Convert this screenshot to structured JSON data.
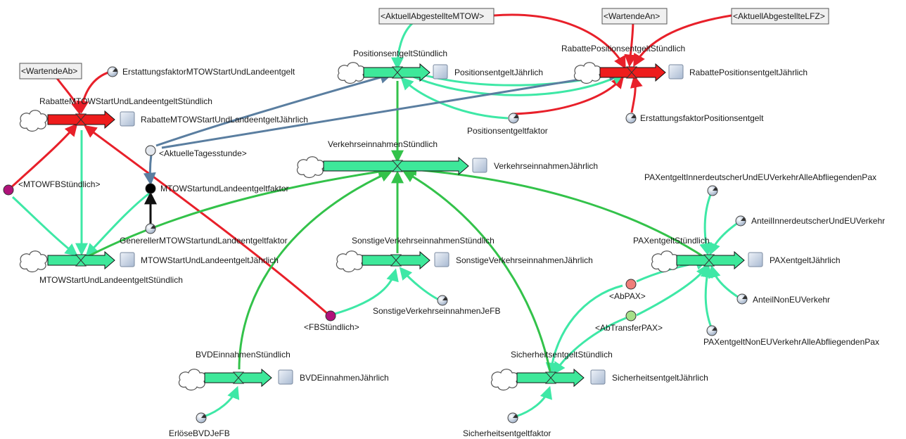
{
  "diagram": {
    "shadow_vars": {
      "aktuell_mtow": "<AktuellAbgestellteMTOW>",
      "wartende_an": "<WartendeAn>",
      "aktuell_lfz": "<AktuellAbgestellteLFZ>",
      "wartende_ab": "<WartendeAb>"
    },
    "flows": {
      "positionsentgelt": "PositionsentgeltStündlich",
      "rabatte_pos": "RabattePositionsentgeltStündlich",
      "rabatte_mtow": "RabatteMTOWStartUndLandeentgeltStündlich",
      "verkehrs": "VerkehrseinnahmenStündlich",
      "mtow_start": "MTOWStartUndLandeentgeltStündlich",
      "sonstige": "SonstigeVerkehrseinnahmenStündlich",
      "pax": "PAXentgeltStündlich",
      "bvd": "BVDEinnahmenStündlich",
      "sicherheit": "SicherheitsentgeltStündlich"
    },
    "stocks": {
      "positionsentgelt": "PositionsentgeltJährlich",
      "rabatte_pos": "RabattePositionsentgeltJährlich",
      "rabatte_mtow": "RabatteMTOWStartUndLandeentgeltJährlich",
      "verkehrs": "VerkehrseinnahmenJährlich",
      "mtow_start": "MTOWStartUndLandeentgeltJährlich",
      "sonstige": "SonstigeVerkehrseinnahmenJährlich",
      "pax": "PAXentgeltJährlich",
      "bvd": "BVDEinnahmenJährlich",
      "sicherheit": "SicherheitsentgeltJährlich"
    },
    "constants": {
      "erstattung_mtow": "ErstattungsfaktorMTOWStartUndLandeentgelt",
      "positionsentgeltfaktor": "Positionsentgeltfaktor",
      "erstattung_pos": "ErstattungsfaktorPositionsentgelt",
      "generell_mtow": "GenerellerMTOWStartundLandeentgeltfaktor",
      "pax_inner": "PAXentgeltInnerdeutscherUndEUVerkehrAlleAbfliegendenPax",
      "anteil_inner": "AnteilInnerdeutscherUndEUVerkehr",
      "anteil_noneu": "AnteilNonEUVerkehr",
      "pax_noneu": "PAXentgeltNonEUVerkehrAlleAbfliegendenPax",
      "sonstige_je_fb": "SonstigeVerkehrseinnahmenJeFB",
      "erloese_bvd": "ErlöseBVDJeFB",
      "sicherheitsfaktor": "Sicherheitsentgeltfaktor"
    },
    "auxiliaries": {
      "tagesstunde": "<AktuelleTagesstunde>",
      "mtowfb": "<MTOWFBStündlich>",
      "mtow_faktor": "MTOWStartundLandeentgeltfaktor",
      "fb": "<FBStündlich>",
      "abpax": "<AbPAX>",
      "abtransfer": "<AbTransferPAX>"
    },
    "colors": {
      "flow_green": "#3ee89a",
      "flow_red": "#ee1c1c",
      "link_red": "#e8202a",
      "link_cyan": "#3ee8a6",
      "link_green": "#33c24a",
      "link_steel": "#5a7ea0",
      "stock_fill": "#c9d6e8",
      "magenta": "#b0127a",
      "salmon": "#ee7f7a",
      "light_green": "#a6e08a"
    }
  }
}
